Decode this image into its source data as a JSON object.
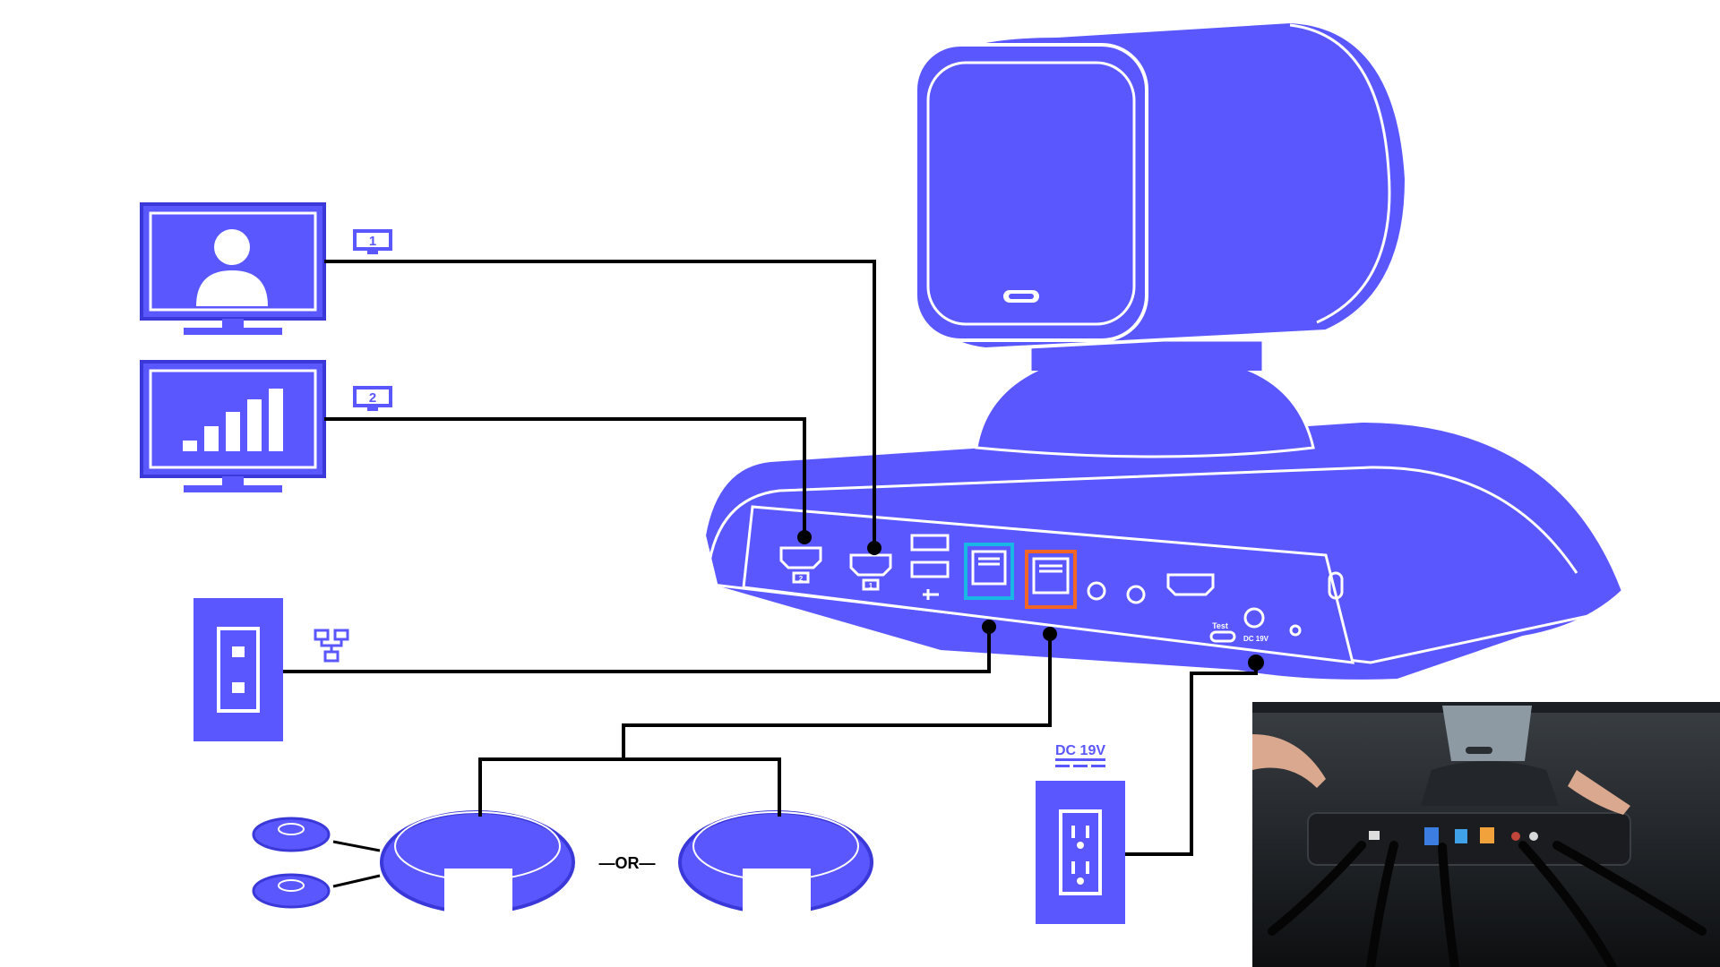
{
  "colors": {
    "device": "#5a57ff",
    "device_dark": "#3b38d9",
    "wire": "#000000",
    "outline": "#ffffff",
    "lan_port": "#19b7e6",
    "poe_port": "#f26522"
  },
  "display_1": {
    "badge": "1",
    "icon": "person-icon"
  },
  "display_2": {
    "badge": "2",
    "icon": "bar-chart-icon"
  },
  "network_jack": {
    "icon": "network-icon"
  },
  "power_outlet": {
    "label": "DC 19V"
  },
  "speakerphones": {
    "or_label": "—OR—"
  },
  "camera_ports": {
    "hdmi_2_label": "2",
    "hdmi_1_label": "1",
    "test_label": "Test",
    "dc_label": "DC 19V"
  },
  "inset_photo": {
    "description_icon": "camera-photo-icon"
  }
}
